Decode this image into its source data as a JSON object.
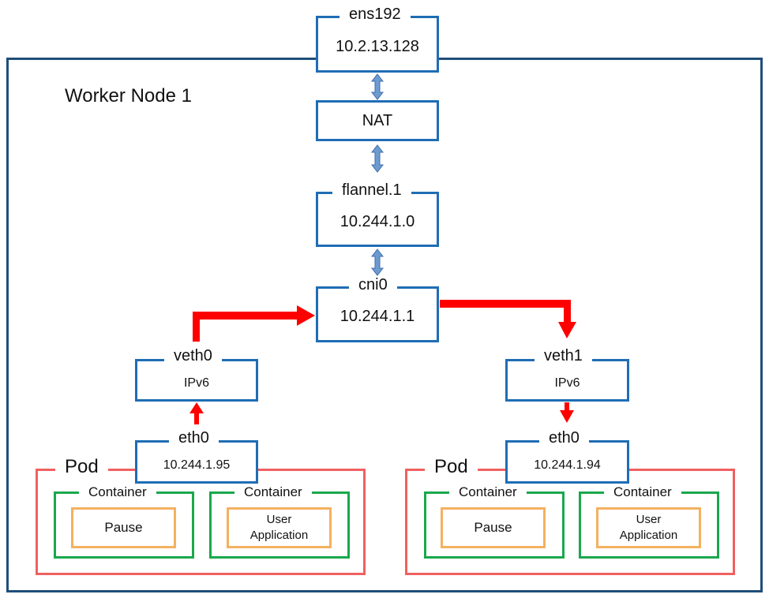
{
  "node_title": "Worker Node 1",
  "ens192": {
    "name": "ens192",
    "ip": "10.2.13.128"
  },
  "nat": {
    "label": "NAT"
  },
  "flannel": {
    "name": "flannel.1",
    "ip": "10.244.1.0"
  },
  "cni0": {
    "name": "cni0",
    "ip": "10.244.1.1"
  },
  "left": {
    "veth": {
      "name": "veth0",
      "proto": "IPv6"
    },
    "eth": {
      "name": "eth0",
      "ip": "10.244.1.95"
    },
    "pod": "Pod",
    "containers": [
      {
        "label": "Container",
        "inner": "Pause"
      },
      {
        "label": "Container",
        "inner": "User\nApplication"
      }
    ]
  },
  "right": {
    "veth": {
      "name": "veth1",
      "proto": "IPv6"
    },
    "eth": {
      "name": "eth0",
      "ip": "10.244.1.94"
    },
    "pod": "Pod",
    "containers": [
      {
        "label": "Container",
        "inner": "Pause"
      },
      {
        "label": "Container",
        "inner": "User\nApplication"
      }
    ]
  },
  "colors": {
    "node_frame": "#1f4e79",
    "interface_box": "#1f6db4",
    "pod_border": "#f06060",
    "container_border": "#1aa84c",
    "process_border": "#f4b160",
    "flow_arrow": "#ff0000",
    "link_arrow": "#6d9ad0"
  }
}
